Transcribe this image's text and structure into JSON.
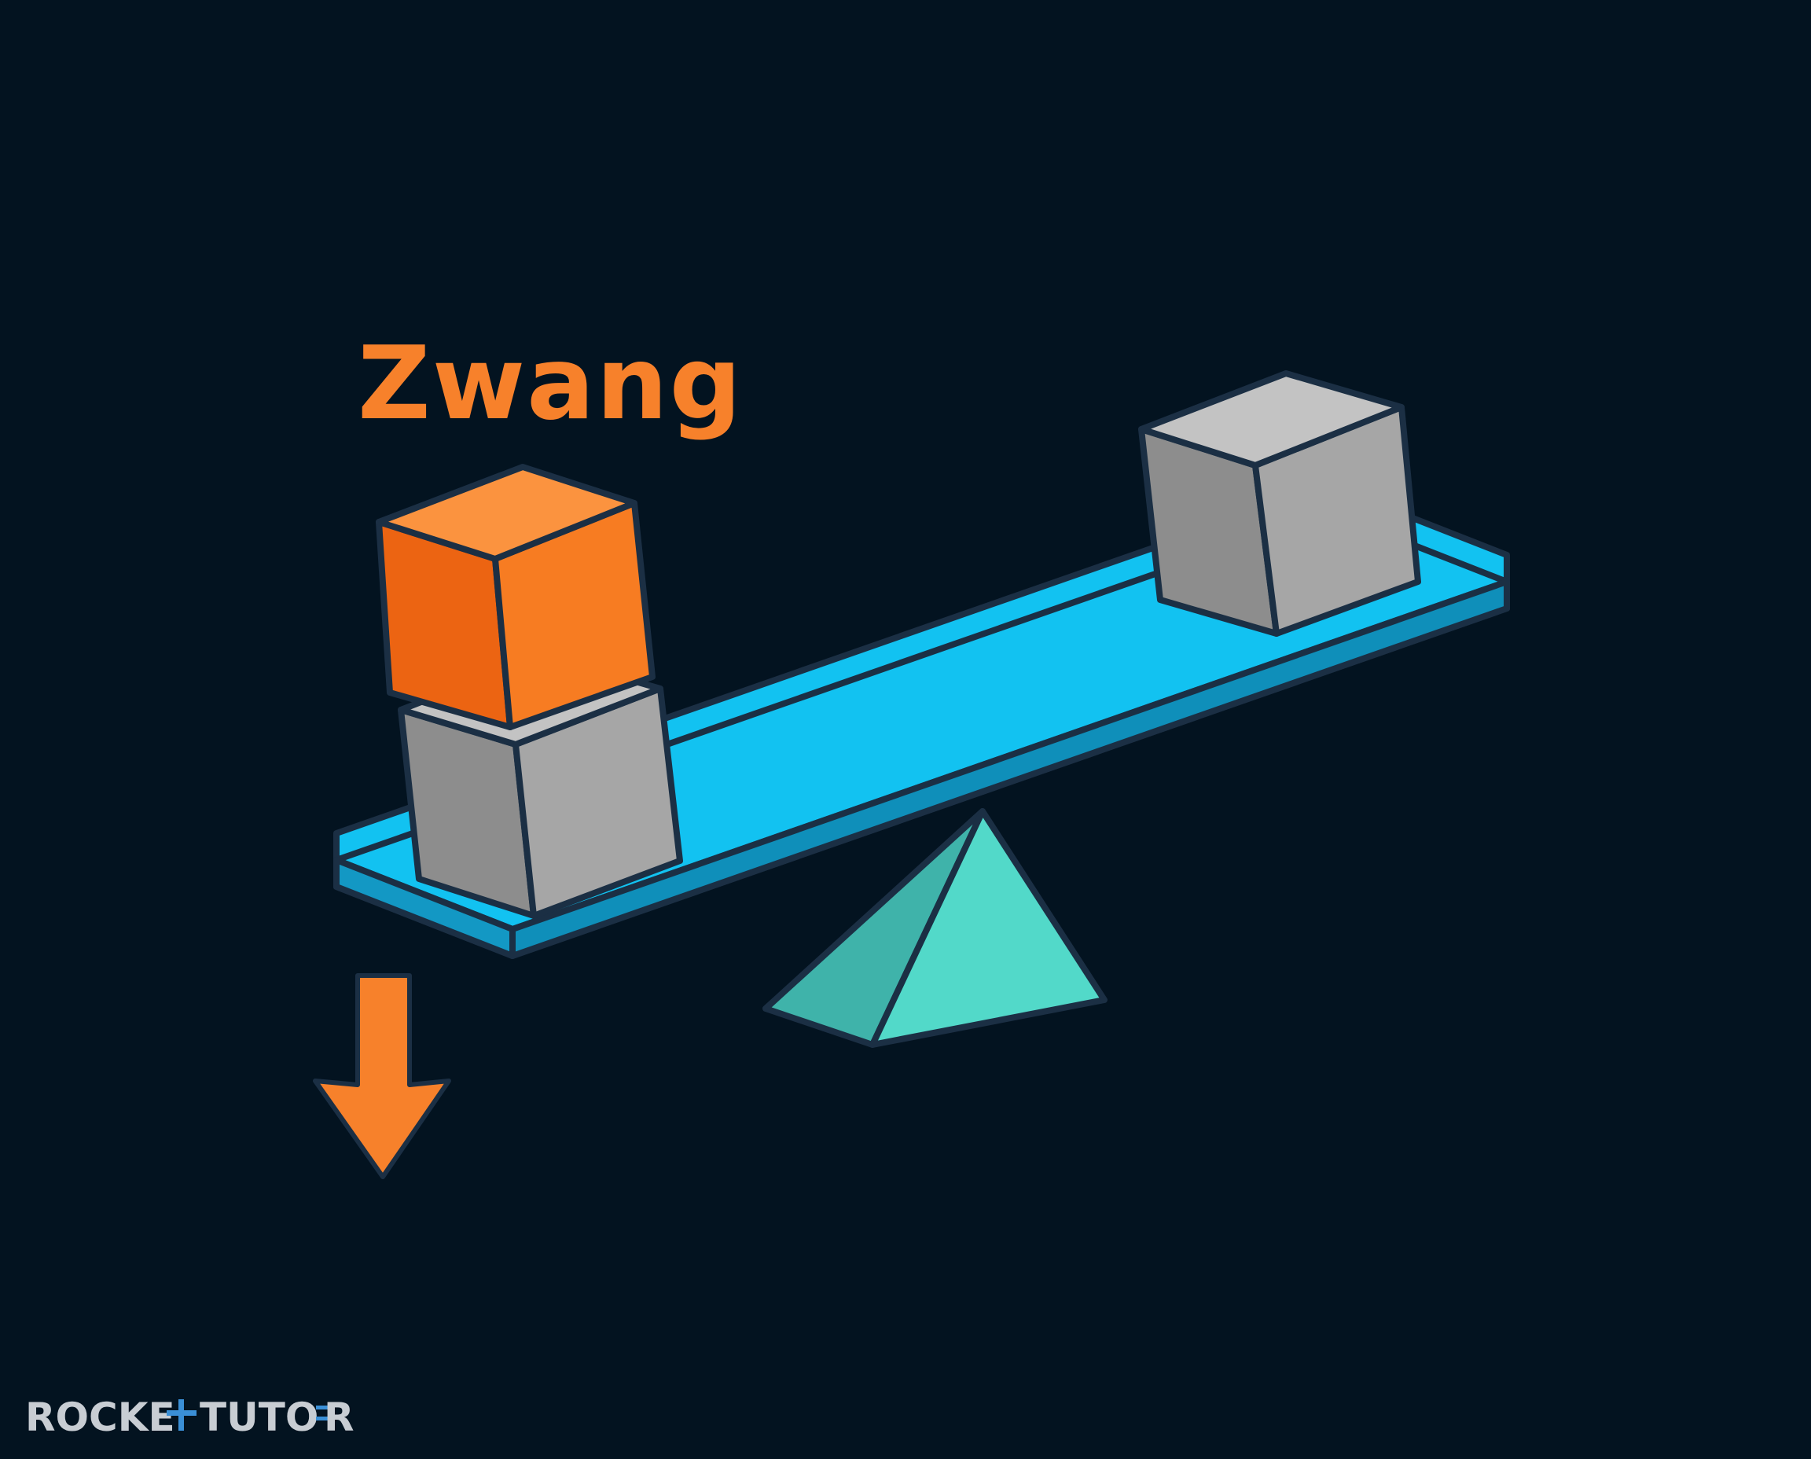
{
  "label": "Zwang",
  "logo": {
    "left_text": "ROCKE",
    "right_text": "TUTO",
    "end_text": "R"
  },
  "icons": {
    "arrow": "arrow-down-icon",
    "logo": "rocket-tutor-logo"
  },
  "colors": {
    "background": "#031320",
    "outline": "#1b2f44",
    "orange_top": "#fb933f",
    "orange_left": "#ec6412",
    "orange_right": "#f77c22",
    "grey_top": "#c3c3c3",
    "grey_left": "#8d8d8d",
    "grey_right": "#a6a6a6",
    "plank_top": "#12c2f1",
    "plank_side": "#0f8fba",
    "fulcrum_left": "#3fb3aa",
    "fulcrum_right": "#52d9c9",
    "logo_text": "#c8cdd3",
    "logo_accent": "#3a8fd6"
  }
}
